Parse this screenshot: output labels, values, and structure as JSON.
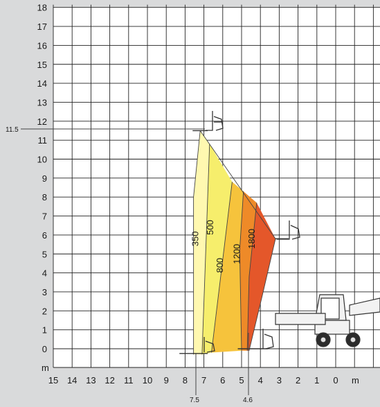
{
  "chart_data": {
    "type": "load-chart",
    "x_axis": {
      "unit": "m",
      "ticks": [
        "15",
        "14",
        "13",
        "12",
        "11",
        "10",
        "9",
        "8",
        "7",
        "6",
        "5",
        "4",
        "3",
        "2",
        "1",
        "0"
      ]
    },
    "y_axis": {
      "unit": "m",
      "ticks": [
        "0",
        "1",
        "2",
        "3",
        "4",
        "5",
        "6",
        "7",
        "8",
        "9",
        "10",
        "11",
        "12",
        "13",
        "14",
        "15",
        "16",
        "17",
        "18"
      ]
    },
    "markers": {
      "height_label": "11.5",
      "reach_label_1": "7.5",
      "reach_label_2": "4.6"
    },
    "zones": [
      {
        "label": "350",
        "color": "#fff8b0"
      },
      {
        "label": "500",
        "color": "#f6ee6c"
      },
      {
        "label": "800",
        "color": "#f6c33c"
      },
      {
        "label": "1200",
        "color": "#ee8a28"
      },
      {
        "label": "1800",
        "color": "#e4572a"
      }
    ],
    "grid": true
  }
}
